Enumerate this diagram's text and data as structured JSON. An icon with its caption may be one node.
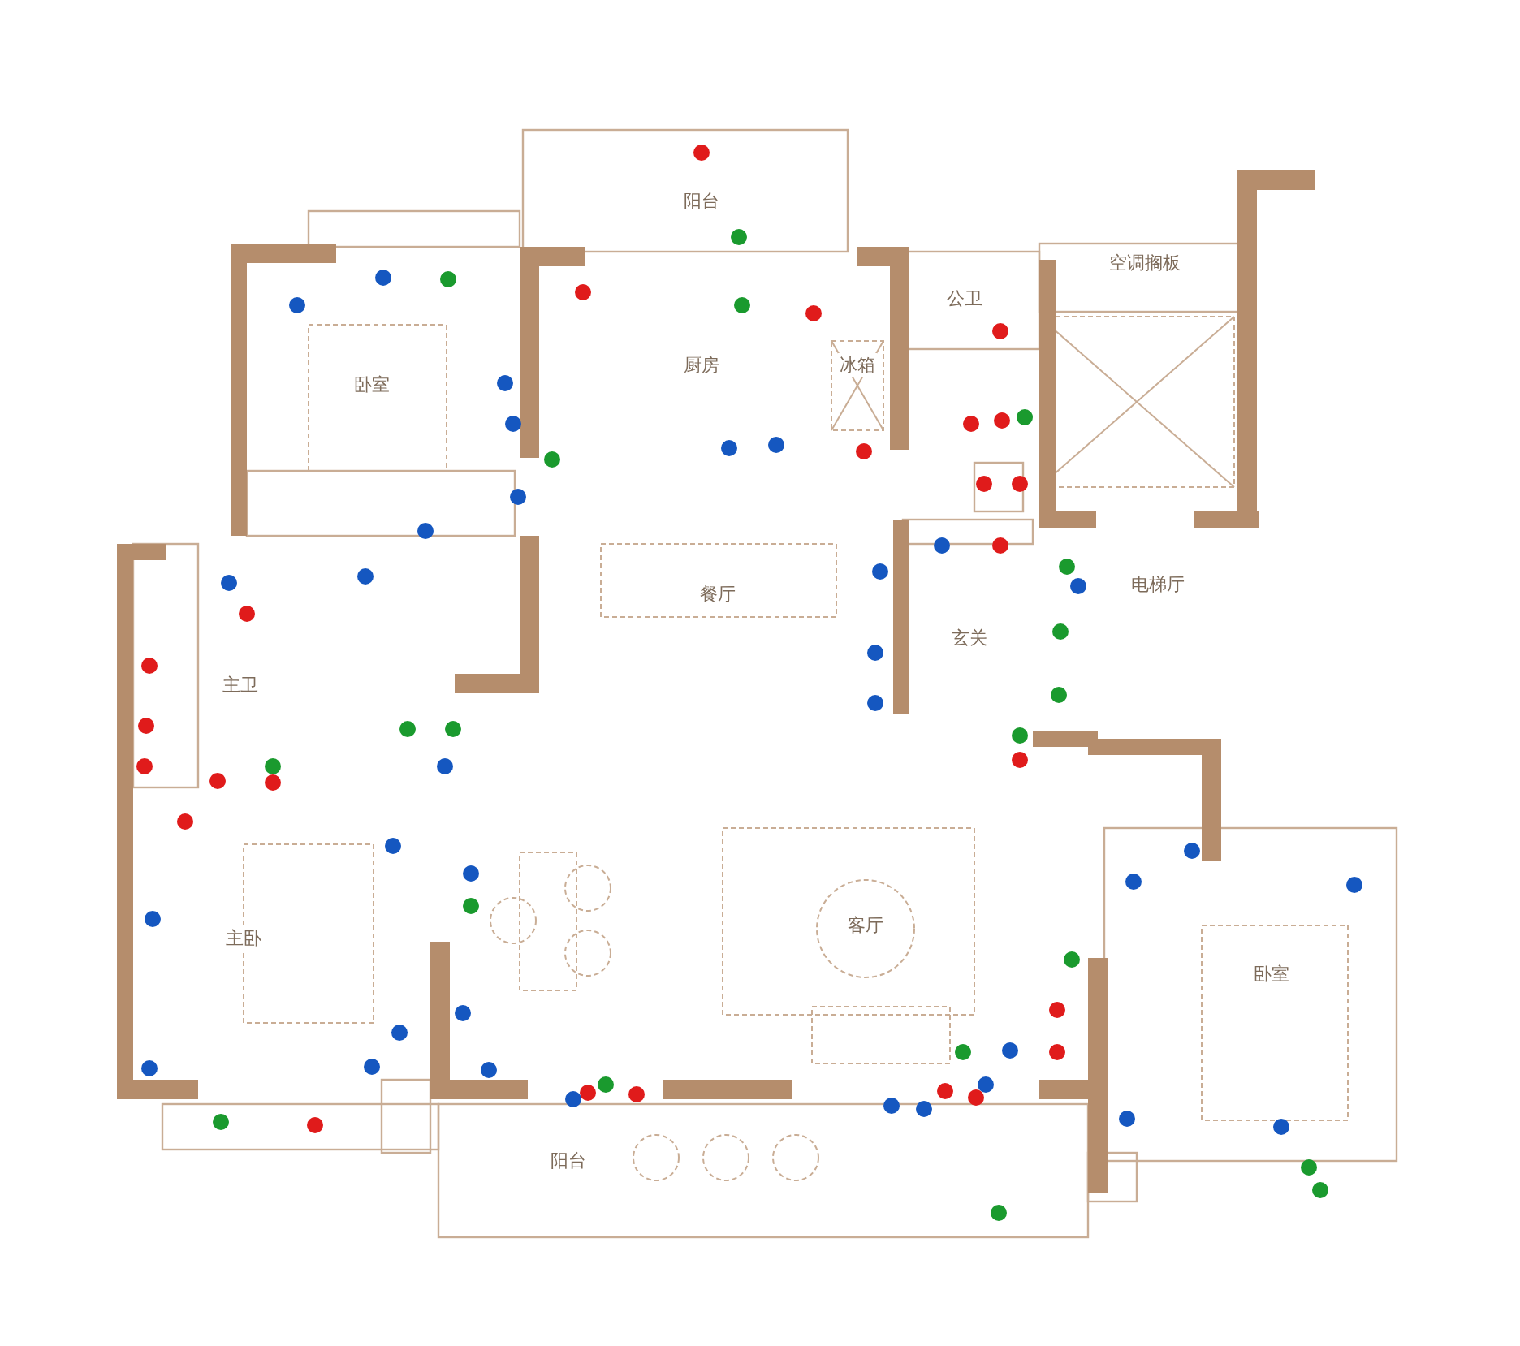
{
  "diagram": {
    "labels": [
      "阳台",
      "空调搁板",
      "卧室",
      "公卫",
      "厨房",
      "冰箱",
      "餐厅",
      "电梯厅",
      "玄关",
      "主卫",
      "主卧",
      "客厅",
      "卧室",
      "阳台"
    ]
  }
}
